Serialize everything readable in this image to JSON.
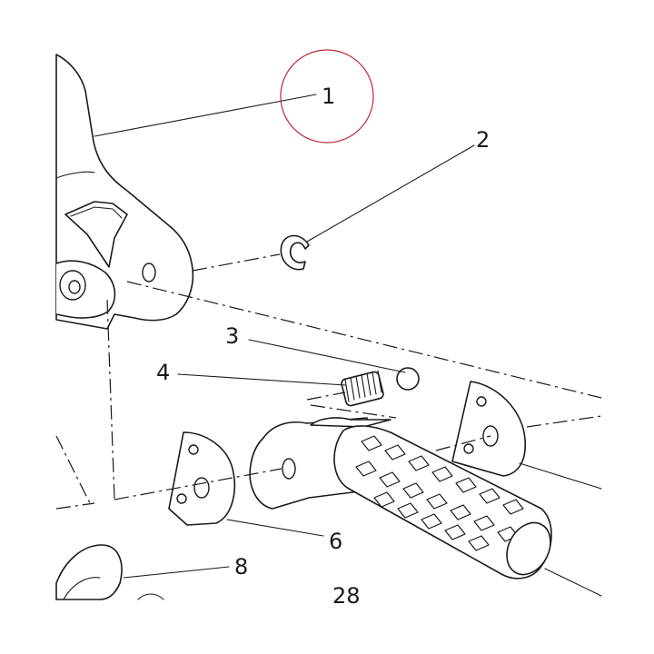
{
  "callouts": [
    {
      "id": "1",
      "text": "1"
    },
    {
      "id": "2",
      "text": "2"
    },
    {
      "id": "3",
      "text": "3"
    },
    {
      "id": "4",
      "text": "4"
    },
    {
      "id": "6",
      "text": "6"
    },
    {
      "id": "8",
      "text": "8"
    }
  ],
  "page_number": "28",
  "highlight": {
    "target": "1",
    "color": "#c0263a"
  },
  "colors": {
    "line": "#1a1a1a",
    "background": "#ffffff"
  }
}
